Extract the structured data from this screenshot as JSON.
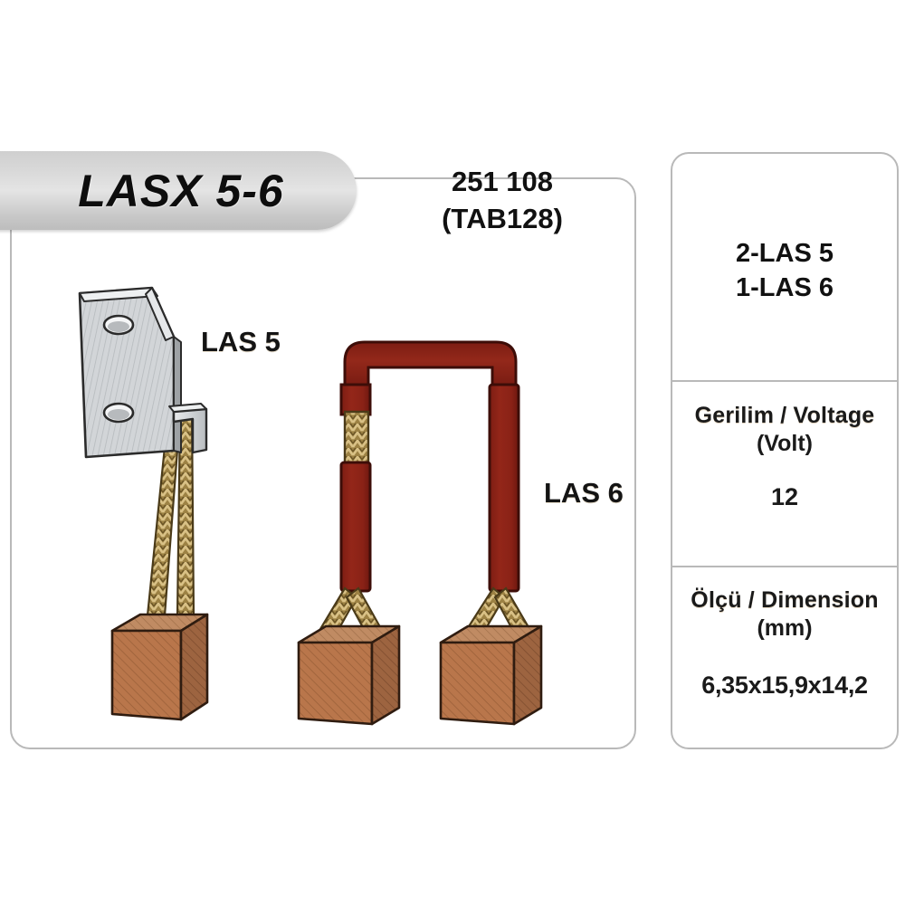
{
  "header": {
    "model_pill": "LASX 5-6",
    "part_number": "251 108",
    "part_alt": "(TAB128)"
  },
  "figures": {
    "las5_label": "LAS 5",
    "las6_label": "LAS 6"
  },
  "spec": {
    "codes_line1": "2-LAS 5",
    "codes_line2": "1-LAS 6",
    "voltage_title": "Gerilim / Voltage",
    "voltage_unit": "(Volt)",
    "voltage_value": "12",
    "dimension_title": "Ölçü / Dimension",
    "dimension_unit": "(mm)",
    "dimension_value": "6,35x15,9x14,2"
  },
  "colors": {
    "panel_border": "#b9b9b9",
    "pill_gray": "#d9d9d9",
    "cable_red": "#8e2318",
    "cable_red_dark": "#5e1710",
    "brush_copper": "#b9764b",
    "brush_copper_dark": "#8a5434",
    "shunt_gold": "#b89a5a",
    "bracket_steel": "#cfd2d4",
    "text_dark": "#141414"
  }
}
